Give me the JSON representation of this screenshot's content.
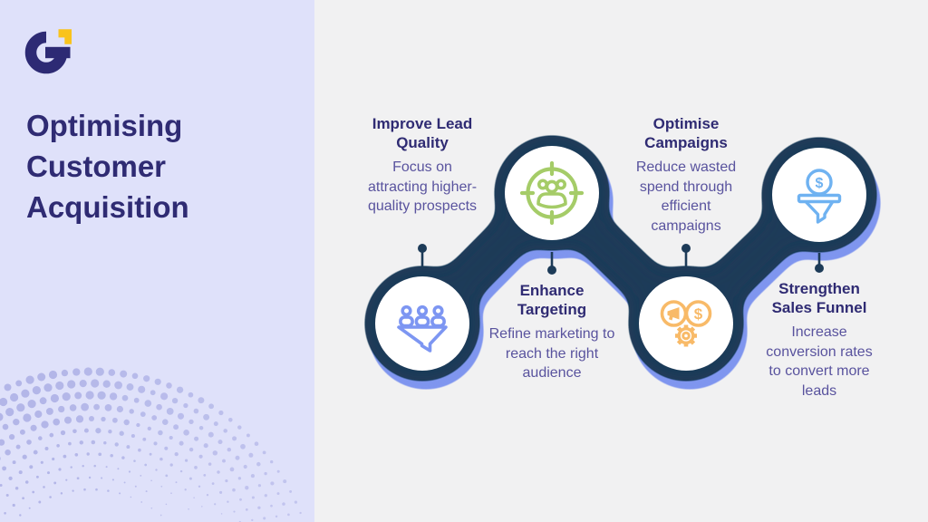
{
  "brand": {
    "logo_icon": "g-mark-logo",
    "logo_navy": "#2d2a74",
    "logo_yellow": "#f9c31c"
  },
  "sidebar": {
    "title": "Optimising Customer Acquisition"
  },
  "steps": [
    {
      "title": "Improve Lead Quality",
      "desc": "Focus on attracting higher-quality prospects",
      "icon": "prospect-filter-funnel-icon",
      "icon_color": "#7d96f2",
      "node_position": "bottom-row",
      "label_position": "above-node"
    },
    {
      "title": "Enhance Targeting",
      "desc": "Refine marketing to reach the right audience",
      "icon": "audience-target-icon",
      "icon_color": "#a5cc68",
      "node_position": "top-row",
      "label_position": "below-node"
    },
    {
      "title": "Optimise Campaigns",
      "desc": "Reduce wasted spend through efficient campaigns",
      "icon": "campaign-money-gear-icon",
      "icon_color": "#f8ba68",
      "node_position": "bottom-row",
      "label_position": "above-node"
    },
    {
      "title": "Strengthen Sales Funnel",
      "desc": "Increase conversion rates to convert more leads",
      "icon": "sales-funnel-coin-icon",
      "icon_color": "#6fb2f1",
      "node_position": "top-row",
      "label_position": "below-node"
    }
  ],
  "colors": {
    "panel_bg": "#dfe1fa",
    "canvas_bg": "#f1f1f2",
    "chain_navy": "#1d3b58",
    "chain_shadow_periwinkle": "#7f95ef",
    "node_fill": "#ffffff",
    "heading_text": "#2f2b73",
    "body_text": "#59539e",
    "halftone_dots": "#b3b6e8"
  }
}
